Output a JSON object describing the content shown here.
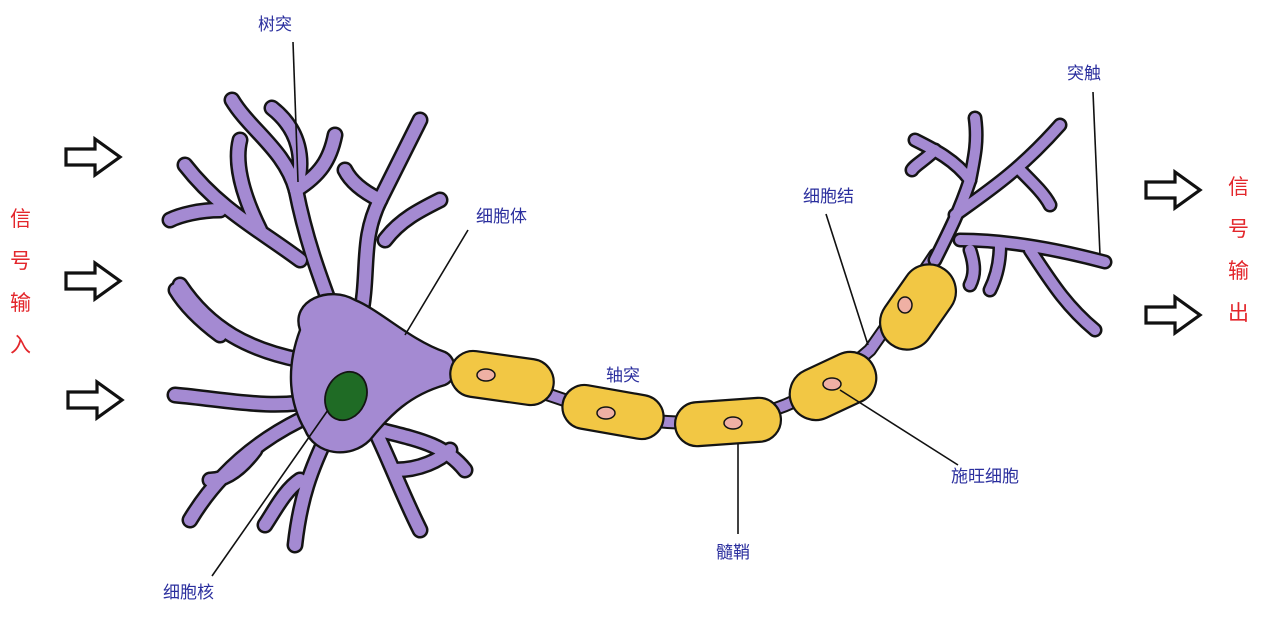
{
  "labels": {
    "dendrite": "树突",
    "soma": "细胞体",
    "nucleus": "细胞核",
    "axon": "轴突",
    "myelin": "髓鞘",
    "node_of_ranvier": "细胞结",
    "schwann_cell": "施旺细胞",
    "synapse": "突触"
  },
  "signal_input": [
    "信",
    "号",
    "输",
    "入"
  ],
  "signal_output": [
    "信",
    "号",
    "输",
    "出"
  ],
  "colors": {
    "cell": "#a48ad2",
    "myelin": "#f2c744",
    "nucleus": "#1f6b25",
    "schwann_nucleus": "#efb0a4",
    "label_text": "#2b2f9e",
    "signal_text": "#e3262b"
  },
  "icons": {
    "input_arrows": "arrow-right-outline-icon",
    "output_arrows": "arrow-right-outline-icon"
  }
}
